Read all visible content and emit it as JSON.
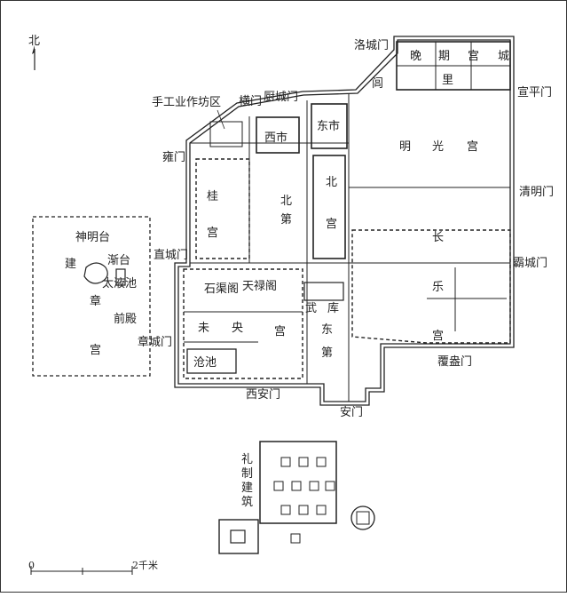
{
  "compass": {
    "north_label": "北"
  },
  "scale": {
    "start": "0",
    "end": "2千米"
  },
  "gates": {
    "luocheng": "洛城门",
    "chucheng": "厨城门",
    "heng": "横门",
    "yong": "雍门",
    "zhicheng": "直城门",
    "zhangcheng": "章城门",
    "xian": "西安门",
    "an": "安门",
    "fuang": "覆盎门",
    "bacheng": "霸城门",
    "qingming": "清明门",
    "xuanping": "宣平门"
  },
  "areas": {
    "workshop": "手工业作坊区",
    "west_market": "西市",
    "east_market": "东市",
    "mingguang": [
      "明",
      "光",
      "宫"
    ],
    "wanqi": [
      "晚",
      "期",
      "宫",
      "城"
    ],
    "lvli": [
      "闾",
      "里"
    ],
    "gui": [
      "桂",
      "宫"
    ],
    "beidi": [
      "北",
      "第"
    ],
    "beigong": [
      "北",
      "宫"
    ],
    "changle": [
      "长",
      "乐",
      "宫"
    ],
    "weiyang": [
      "未",
      "央",
      "宫"
    ],
    "wuku": [
      "武",
      "库"
    ],
    "dongdi": [
      "东",
      "第"
    ],
    "shiqu": "石渠阁",
    "tianlu": "天禄阁",
    "cangchi": "沧池",
    "jianzhang": [
      "建",
      "章",
      "宫"
    ],
    "shenming": "神明台",
    "jiantai": "渐台",
    "taiye": "太液池",
    "qiandian": "前殿",
    "lizhi": [
      "礼",
      "制",
      "建",
      "筑"
    ]
  }
}
